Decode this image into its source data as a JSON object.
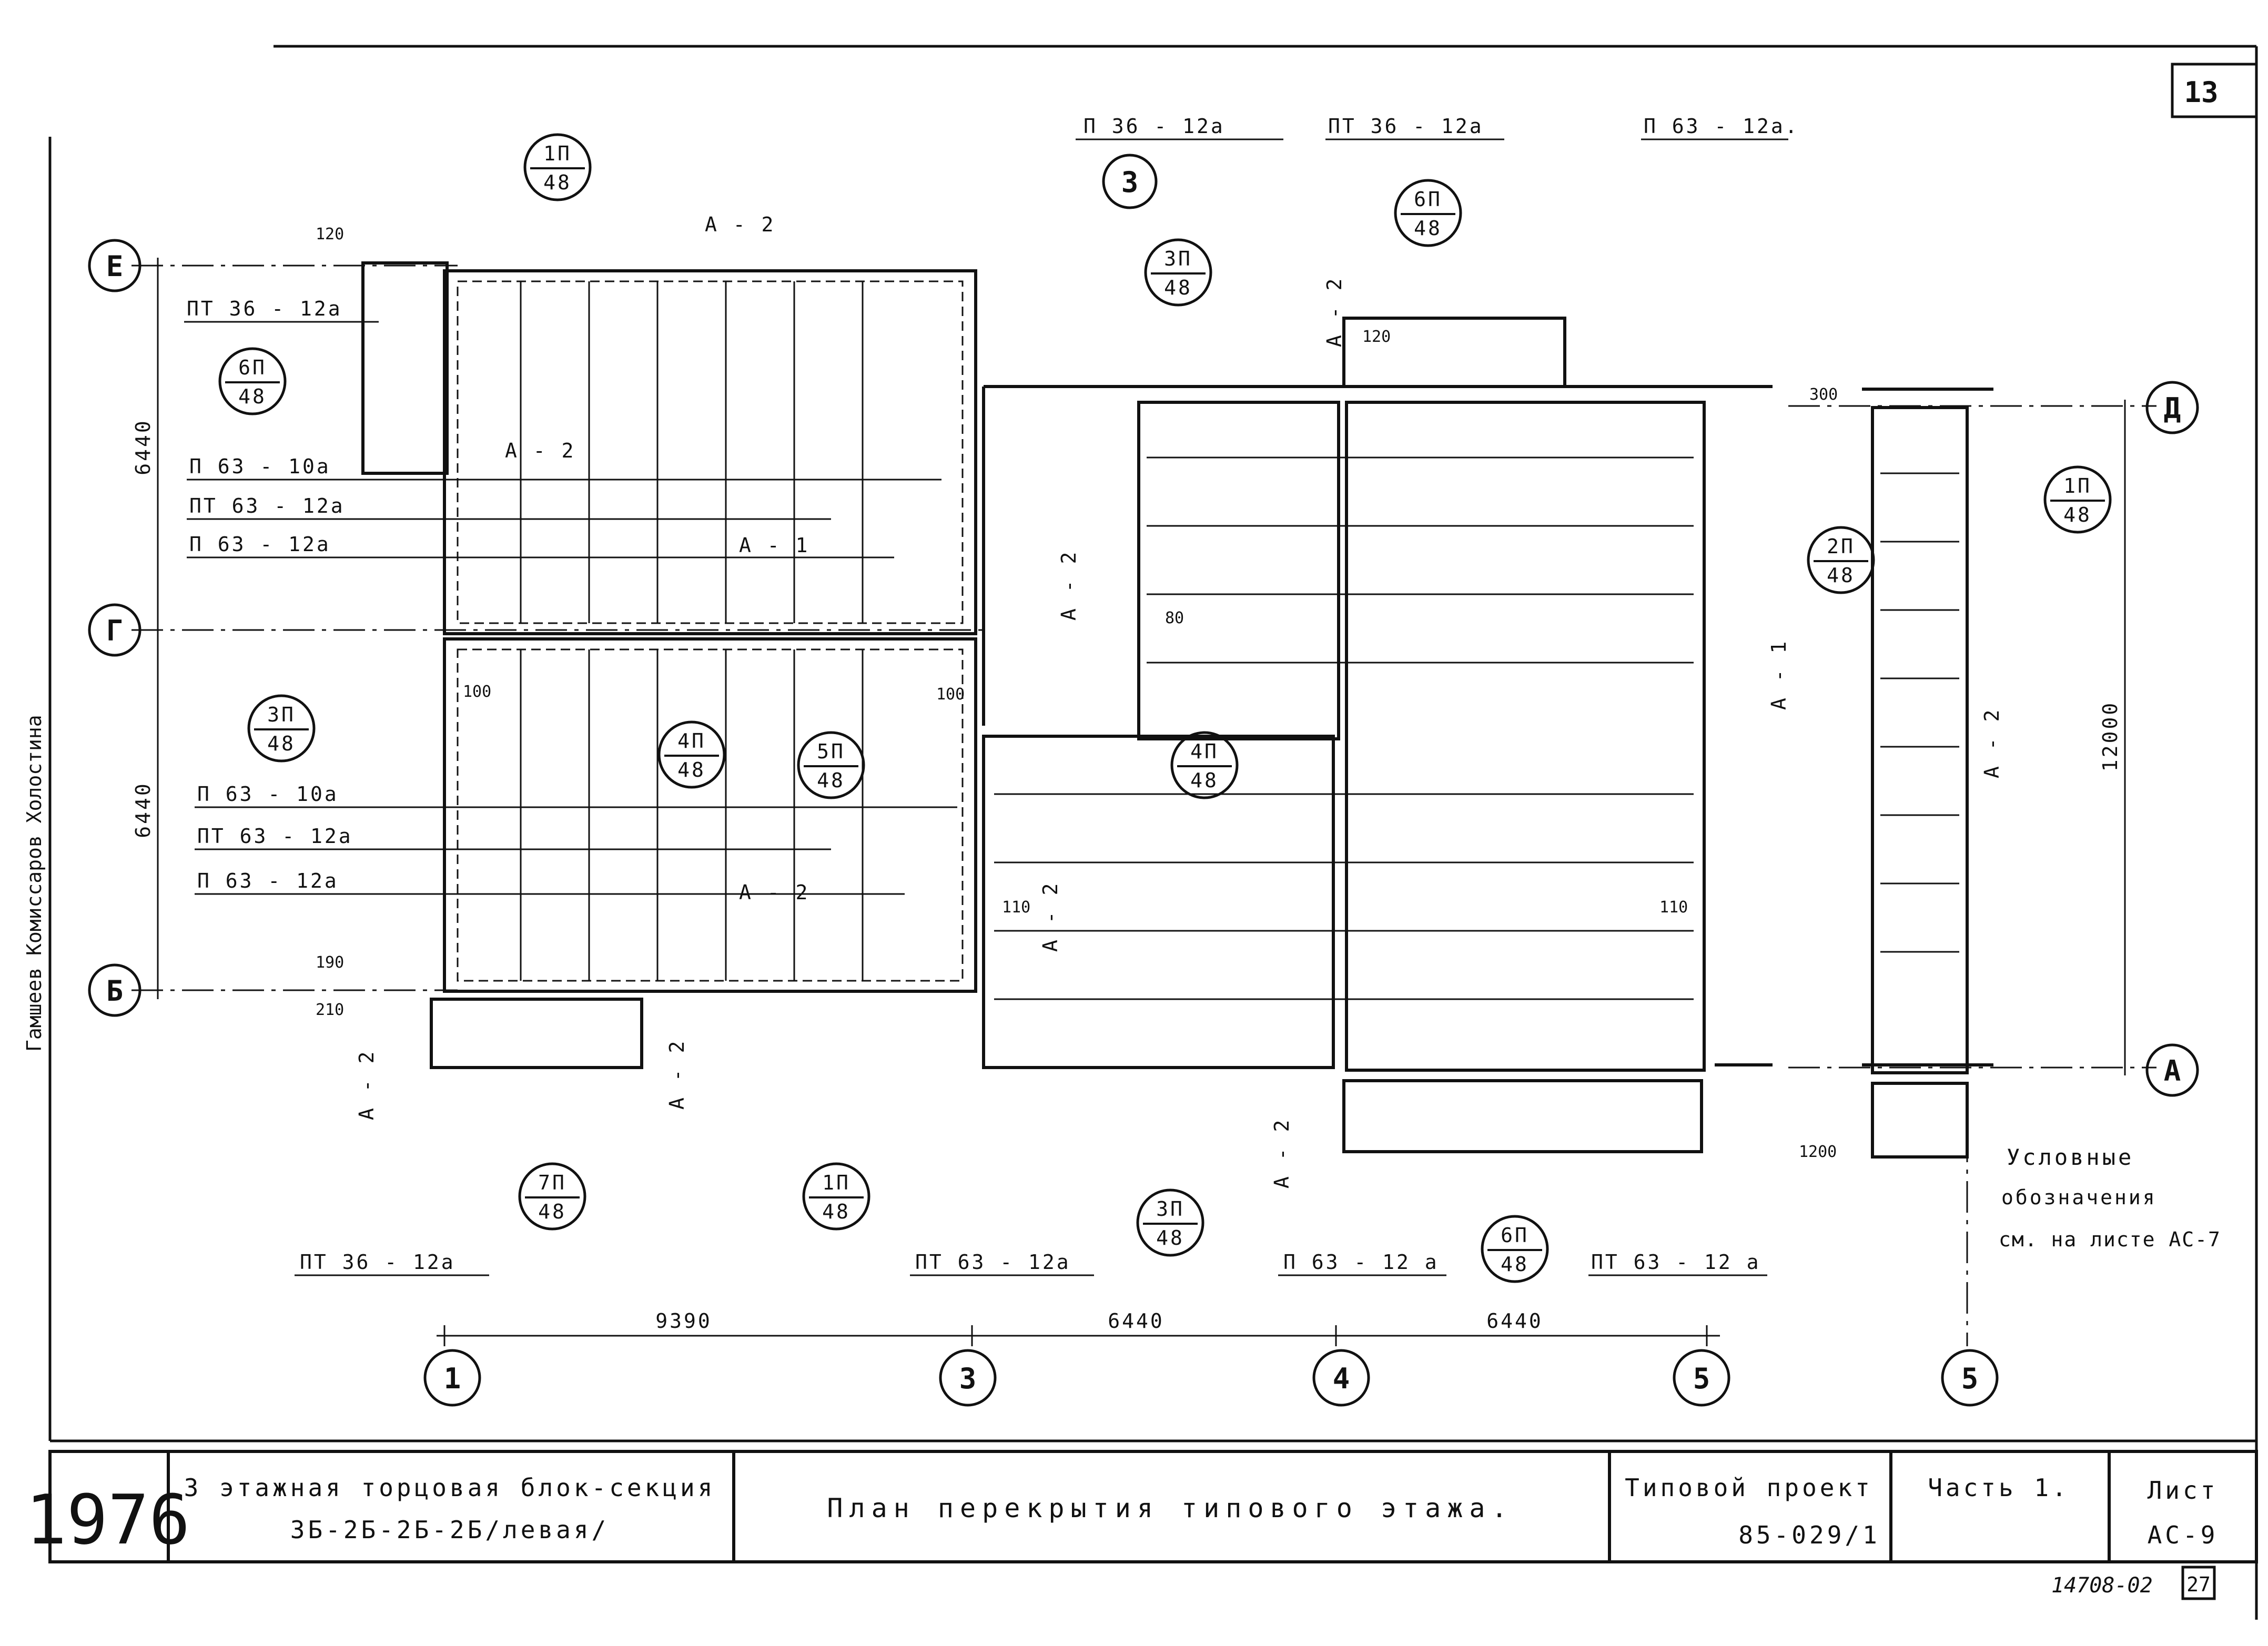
{
  "sheet": {
    "number": "13",
    "bottom_code": "14708-02",
    "bottom_page": "27",
    "side_text": "Гамшеев  Комиссаров  Холостина"
  },
  "axes": {
    "rows": [
      {
        "id": "E",
        "label": "Е"
      },
      {
        "id": "G",
        "label": "Г"
      },
      {
        "id": "B",
        "label": "Б"
      },
      {
        "id": "D",
        "label": "Д"
      },
      {
        "id": "A",
        "label": "А"
      }
    ],
    "cols": [
      {
        "id": "c1",
        "label": "1"
      },
      {
        "id": "c2",
        "label": "3"
      },
      {
        "id": "c4",
        "label": "4"
      },
      {
        "id": "c5",
        "label": "5"
      },
      {
        "id": "c6",
        "label": "5"
      },
      {
        "id": "c3top",
        "label": "3"
      }
    ]
  },
  "dimensions": {
    "bottom": [
      "9390",
      "6440",
      "6440"
    ],
    "left": [
      "6440",
      "6440"
    ],
    "right": "12000",
    "small": [
      "120",
      "190",
      "210",
      "100",
      "110",
      "80",
      "300",
      "1200",
      "110",
      "100",
      "120"
    ]
  },
  "labels": {
    "slabs": [
      "ПТ 36 - 12а",
      "П 63 - 10а",
      "ПТ 63 - 12а",
      "П 63 - 12а",
      "П 63 - 10а",
      "ПТ 63 - 12а",
      "П 63 - 12а",
      "П 36 - 12а",
      "ПТ 36 - 12а",
      "П 63 - 12а.",
      "ПТ 36 - 12а",
      "ПТ 63 - 12а",
      "П 63 - 12 а",
      "ПТ 63 - 12 а"
    ],
    "anchors": [
      "А - 2",
      "А - 1",
      "А - 2",
      "А - 2",
      "А - 1",
      "А - 2",
      "А - 2",
      "А - 2",
      "А - 2",
      "А - 2",
      "А - 2",
      "А - 2"
    ]
  },
  "callouts": [
    {
      "num": "1П",
      "sheet": "48"
    },
    {
      "num": "6П",
      "sheet": "48"
    },
    {
      "num": "3П",
      "sheet": "48"
    },
    {
      "num": "6П",
      "sheet": "48"
    },
    {
      "num": "1П",
      "sheet": "48"
    },
    {
      "num": "2П",
      "sheet": "48"
    },
    {
      "num": "3П",
      "sheet": "48"
    },
    {
      "num": "4П",
      "sheet": "48"
    },
    {
      "num": "5П",
      "sheet": "48"
    },
    {
      "num": "4П",
      "sheet": "48"
    },
    {
      "num": "7П",
      "sheet": "48"
    },
    {
      "num": "1П",
      "sheet": "48"
    },
    {
      "num": "3П",
      "sheet": "48"
    },
    {
      "num": "6П",
      "sheet": "48"
    }
  ],
  "legend": {
    "line1": "Условные",
    "line2": "обозначения",
    "line3": "см. на листе АС-7"
  },
  "title_block": {
    "year": "1976",
    "object_line1": "3 этажная торцовая блок-секция",
    "object_line2": "3Б-2Б-2Б-2Б/левая/",
    "sheet_title": "План  перекрытия  типового  этажа.",
    "project_label": "Типовой  проект",
    "project_code": "85-029/1",
    "part_label": "Часть  1.",
    "list_label": "Лист",
    "list_code": "АС-9"
  }
}
